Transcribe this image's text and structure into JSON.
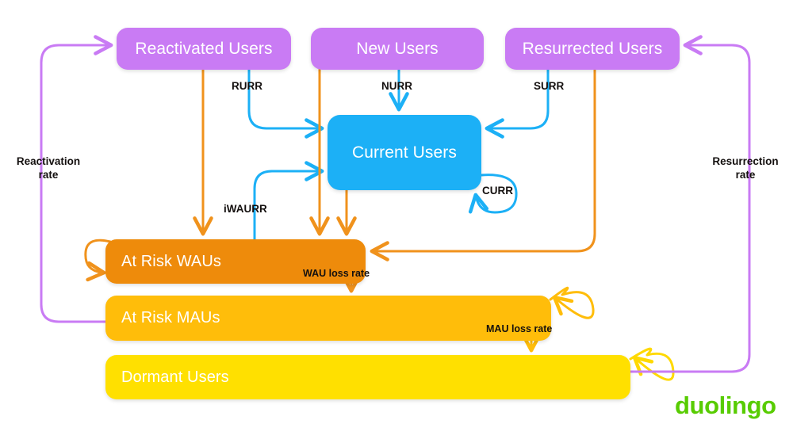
{
  "diagram": {
    "title": "Duolingo user state flow diagram",
    "nodes": [
      {
        "id": "reactivated",
        "label": "Reactivated Users",
        "color": "#C97BF4"
      },
      {
        "id": "new",
        "label": "New Users",
        "color": "#C97BF4"
      },
      {
        "id": "resurrected",
        "label": "Resurrected Users",
        "color": "#C97BF4"
      },
      {
        "id": "current",
        "label": "Current Users",
        "color": "#1CB0F6"
      },
      {
        "id": "at_risk_wau",
        "label": "At Risk WAUs",
        "color": "#EE8B0B"
      },
      {
        "id": "at_risk_mau",
        "label": "At Risk MAUs",
        "color": "#FFBD0A"
      },
      {
        "id": "dormant",
        "label": "Dormant Users",
        "color": "#FFE000"
      }
    ],
    "edge_labels": {
      "rurr": "RURR",
      "nurr": "NURR",
      "surr": "SURR",
      "curr": "CURR",
      "iwaurr": "iWAURR",
      "wau_loss_rate": "WAU loss rate",
      "mau_loss_rate": "MAU loss rate",
      "reactivation_rate": "Reactivation\nrate",
      "reactivation_rate_line1": "Reactivation",
      "reactivation_rate_line2": "rate",
      "resurrection_rate_line1": "Resurrection",
      "resurrection_rate_line2": "rate"
    },
    "edge_colors": {
      "retention_blue": "#1CB0F6",
      "loss_orange": "#F0921C",
      "mau_loss_amber": "#FFBD0A",
      "dormant_yellow": "#FFD900",
      "return_purple": "#C97BF4"
    },
    "brand": "duolingo",
    "brand_color": "#58CC02",
    "background": "#FFFFFF"
  }
}
